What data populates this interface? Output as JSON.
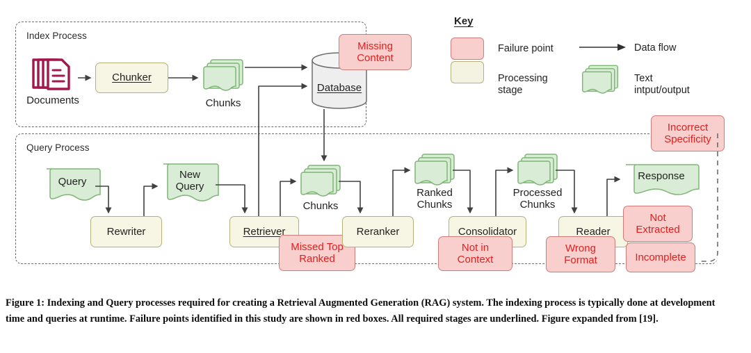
{
  "figure": {
    "caption": "Figure 1: Indexing and Query processes required for creating a Retrieval Augmented Generation (RAG) system. The indexing process is typically done at development time and queries at runtime. Failure points identified in this study are shown in red boxes. All required stages are underlined. Figure expanded from [19]."
  },
  "colors": {
    "failure_fill": "#f8cfcc",
    "failure_border": "#cf7b78",
    "failure_text": "#e02020",
    "stage_fill": "#f7f6e4",
    "stage_border": "#b3b177",
    "text_fill": "#d9ecd6",
    "text_border": "#7fb575",
    "documents_icon": "#a4174c",
    "database_fill": "#eeeeee",
    "database_border": "#6b6b6b",
    "arrow": "#404040",
    "group_border": "#6b6b6b"
  },
  "groups": [
    {
      "id": "index-process",
      "label": "Index Process"
    },
    {
      "id": "query-process",
      "label": "Query Process"
    }
  ],
  "index_process": {
    "documents_label": "Documents",
    "chunker": {
      "label": "Chunker",
      "required": true
    },
    "chunks_label": "Chunks",
    "database": {
      "label": "Database",
      "required": true
    },
    "failures": [
      {
        "id": "missing-content",
        "label": "Missing\nContent"
      }
    ]
  },
  "query_process": {
    "query": {
      "label": "Query"
    },
    "rewriter": {
      "label": "Rewriter",
      "required": false
    },
    "new_query": {
      "label": "New\nQuery"
    },
    "retriever": {
      "label": "Retriever",
      "required": true
    },
    "chunks": {
      "label": "Chunks"
    },
    "reranker": {
      "label": "Reranker",
      "required": false
    },
    "ranked_chunks": {
      "label": "Ranked\nChunks"
    },
    "consolidator": {
      "label": "Consolidator",
      "required": false
    },
    "processed_chunks": {
      "label": "Processed\nChunks"
    },
    "reader": {
      "label": "Reader",
      "required": true
    },
    "response": {
      "label": "Response"
    },
    "failures": [
      {
        "id": "missed-top-ranked",
        "label": "Missed Top\nRanked"
      },
      {
        "id": "not-in-context",
        "label": "Not in\nContext"
      },
      {
        "id": "wrong-format",
        "label": "Wrong\nFormat"
      },
      {
        "id": "not-extracted",
        "label": "Not\nExtracted"
      },
      {
        "id": "incomplete",
        "label": "Incomplete"
      },
      {
        "id": "incorrect-specificity",
        "label": "Incorrect\nSpecificity"
      }
    ]
  },
  "key": {
    "title": "Key",
    "entries": [
      {
        "id": "failure-point",
        "label": "Failure point",
        "swatch": "failure-swatch"
      },
      {
        "id": "processing-stage",
        "label": "Processing\nstage",
        "swatch": "stage-swatch"
      },
      {
        "id": "data-flow",
        "label": "Data flow",
        "swatch": "arrow-icon"
      },
      {
        "id": "text-io",
        "label": "Text\nintput/output",
        "swatch": "text-doc-icon"
      }
    ]
  }
}
